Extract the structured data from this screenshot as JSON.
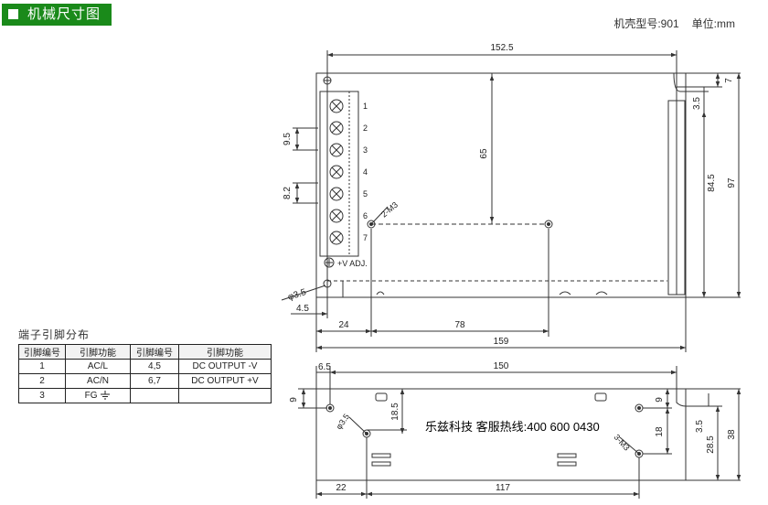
{
  "header": {
    "title": "机械尺寸图"
  },
  "model": {
    "case": "机壳型号:901",
    "unit": "单位:mm"
  },
  "hotline": "乐兹科技 客服热线:400 600 0430",
  "pin_table": {
    "title": "端子引脚分布",
    "headers": [
      "引脚编号",
      "引脚功能",
      "引脚编号",
      "引脚功能"
    ],
    "rows": [
      [
        "1",
        "AC/L",
        "4,5",
        "DC OUTPUT -V"
      ],
      [
        "2",
        "AC/N",
        "6,7",
        "DC OUTPUT +V"
      ],
      [
        "3",
        "FG",
        "",
        ""
      ]
    ]
  },
  "terminals": [
    "1",
    "2",
    "3",
    "4",
    "5",
    "6",
    "7"
  ],
  "labels": {
    "vadj": "+V ADJ.",
    "m3_top": "2-M3",
    "m3_bottom": "3-M3",
    "phi_top": "φ3.5",
    "phi_bottom": "φ3.5"
  },
  "dims": {
    "top_width": "152.5",
    "v65": "65",
    "v7": "7",
    "v35a": "3.5",
    "v845": "84.5",
    "v97": "97",
    "v95": "9.5",
    "v82": "8.2",
    "v45": "4.5",
    "v24": "24",
    "v78": "78",
    "v159": "159",
    "v65b": "6.5",
    "v150": "150",
    "v9a": "9",
    "v185": "18.5",
    "v9b": "9",
    "v18": "18",
    "v35b": "3.5",
    "v285": "28.5",
    "v38": "38",
    "v22": "22",
    "v117": "117"
  }
}
